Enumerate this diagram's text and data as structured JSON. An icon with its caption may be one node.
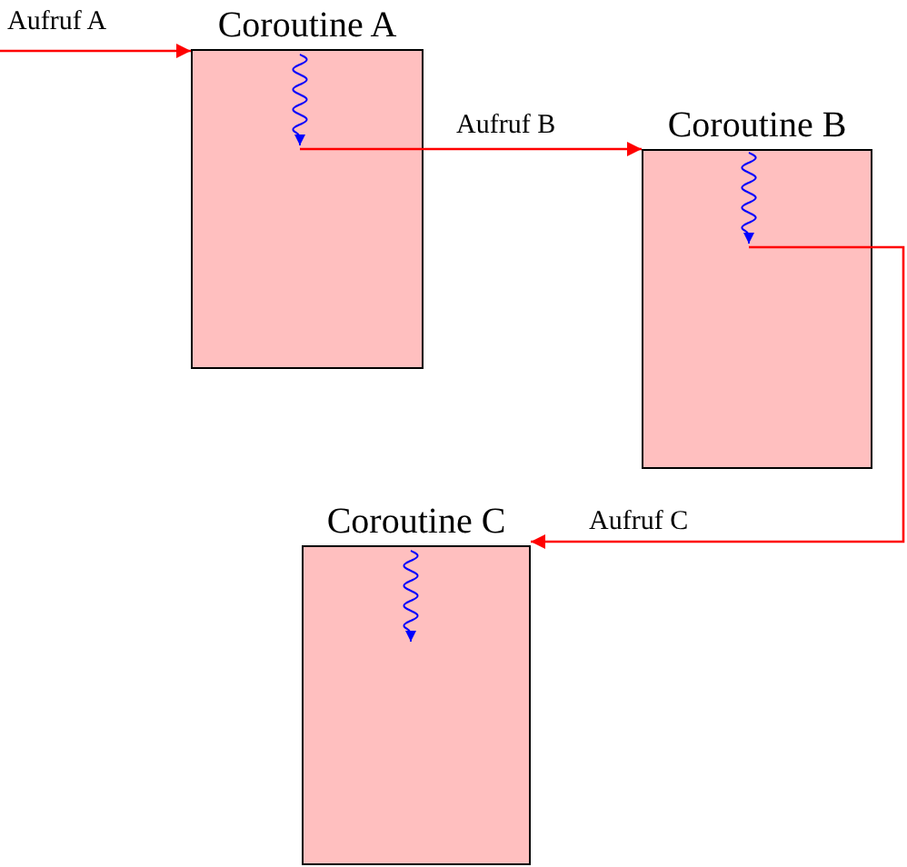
{
  "diagram": {
    "nodes": [
      {
        "text": [
          "Coroutine A"
        ]
      },
      {
        "text": [
          "Coroutine B"
        ]
      },
      {
        "text": [
          "Coroutine C"
        ]
      }
    ],
    "edges": [
      {
        "from": null,
        "to": 0,
        "arrow": "to",
        "label": "Aufruf A"
      },
      {
        "from": 0,
        "to": 1,
        "arrow": "to",
        "label": "Aufruf B"
      },
      {
        "from": 1,
        "to": 2,
        "arrow": "to",
        "label": "Aufruf C"
      }
    ]
  }
}
